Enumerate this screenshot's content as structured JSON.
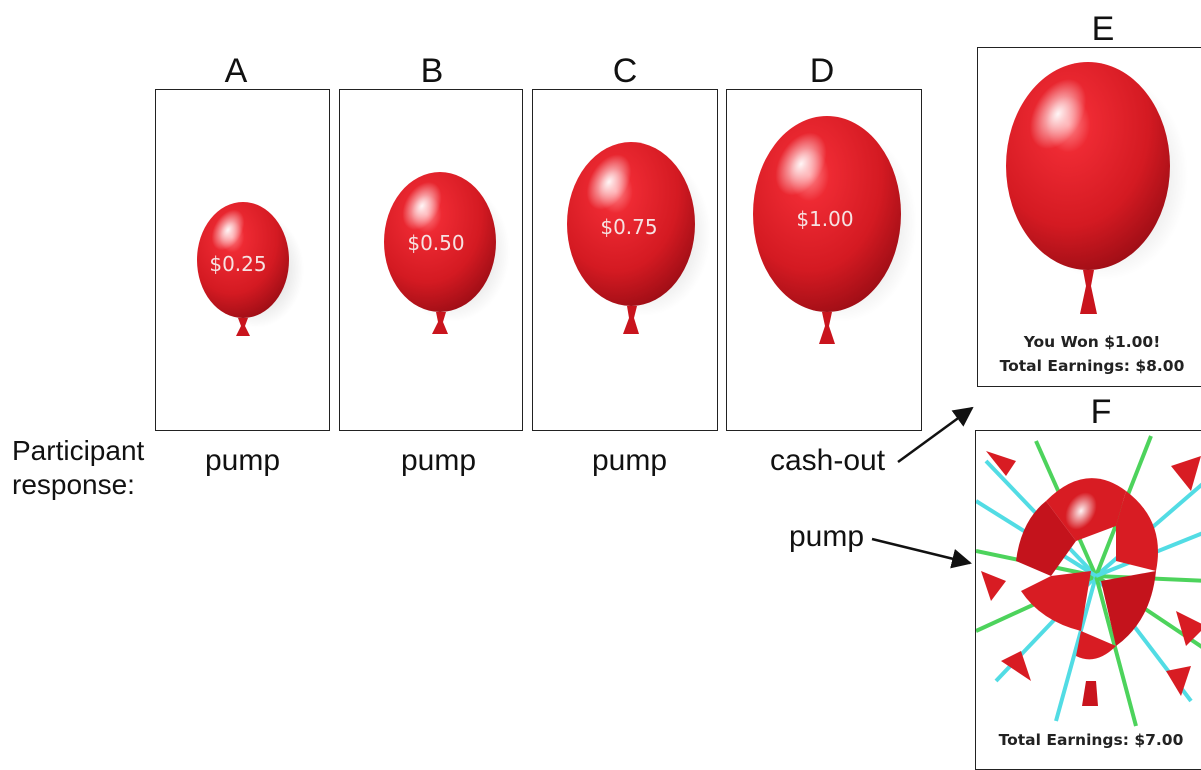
{
  "panels": [
    {
      "letter": "A",
      "amount": "$0.25",
      "response": "pump"
    },
    {
      "letter": "B",
      "amount": "$0.50",
      "response": "pump"
    },
    {
      "letter": "C",
      "amount": "$0.75",
      "response": "pump"
    },
    {
      "letter": "D",
      "amount": "$1.00",
      "response": "cash-out"
    }
  ],
  "outcome_win": {
    "letter": "E",
    "message": "You Won $1.00!",
    "total": "Total Earnings: $8.00"
  },
  "outcome_pop": {
    "letter": "F",
    "response": "pump",
    "total": "Total Earnings: $7.00"
  },
  "participant_label_line1": "Participant",
  "participant_label_line2": "response:",
  "colors": {
    "balloon": "#d81c23",
    "balloon_dark": "#a8101a",
    "highlight": "#ffffff",
    "burst_green": "#2ecc40",
    "burst_cyan": "#35d6e0"
  }
}
